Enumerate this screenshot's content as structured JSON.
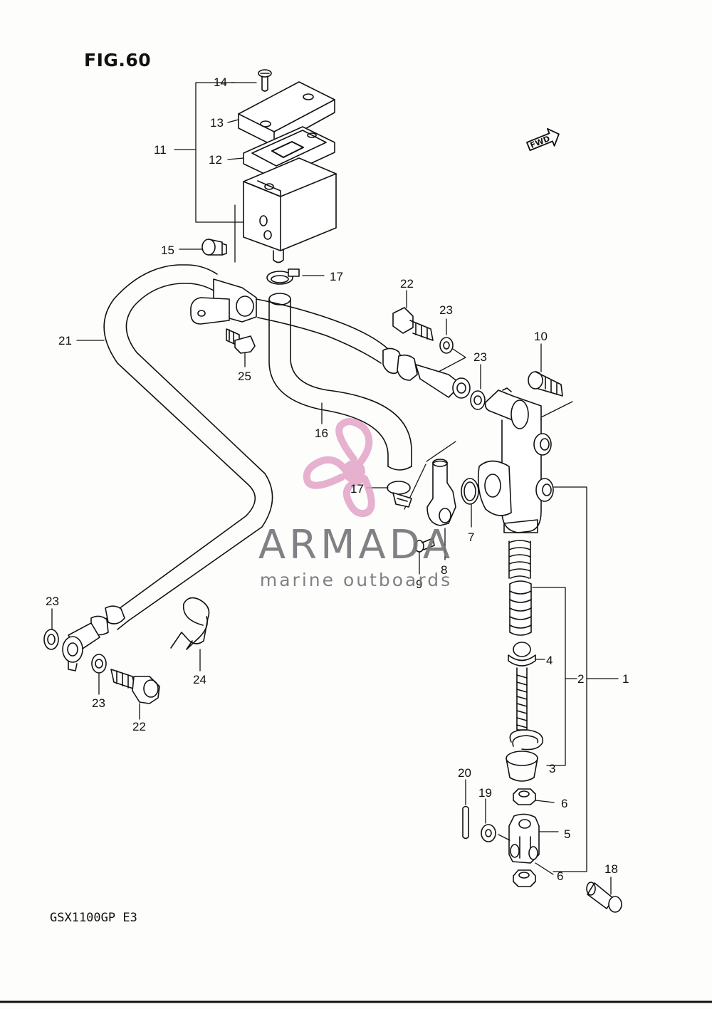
{
  "figure": {
    "title": "FIG.60",
    "model": "GSX1100GP  E3",
    "direction_arrow_label": "FWD"
  },
  "callouts": [
    {
      "id": "c14",
      "text": "14"
    },
    {
      "id": "c13",
      "text": "13"
    },
    {
      "id": "c11",
      "text": "11"
    },
    {
      "id": "c12",
      "text": "12"
    },
    {
      "id": "c15",
      "text": "15"
    },
    {
      "id": "c17a",
      "text": "17"
    },
    {
      "id": "c21",
      "text": "21"
    },
    {
      "id": "c25",
      "text": "25"
    },
    {
      "id": "c22a",
      "text": "22"
    },
    {
      "id": "c23a",
      "text": "23"
    },
    {
      "id": "c23b",
      "text": "23"
    },
    {
      "id": "c10",
      "text": "10"
    },
    {
      "id": "c16",
      "text": "16"
    },
    {
      "id": "c17b",
      "text": "17"
    },
    {
      "id": "c7",
      "text": "7"
    },
    {
      "id": "c8",
      "text": "8"
    },
    {
      "id": "c9",
      "text": "9"
    },
    {
      "id": "c4",
      "text": "4"
    },
    {
      "id": "c2",
      "text": "2"
    },
    {
      "id": "c1",
      "text": "1"
    },
    {
      "id": "c3",
      "text": "3"
    },
    {
      "id": "c23c",
      "text": "23"
    },
    {
      "id": "c23d",
      "text": "23"
    },
    {
      "id": "c24",
      "text": "24"
    },
    {
      "id": "c22b",
      "text": "22"
    },
    {
      "id": "c20",
      "text": "20"
    },
    {
      "id": "c19",
      "text": "19"
    },
    {
      "id": "c6a",
      "text": "6"
    },
    {
      "id": "c5",
      "text": "5"
    },
    {
      "id": "c6b",
      "text": "6"
    },
    {
      "id": "c18",
      "text": "18"
    }
  ],
  "watermark": {
    "name": "ARMADA",
    "tagline": "marine outboards",
    "logo_color": "#e3a3c8",
    "text_color": "#76767b"
  }
}
